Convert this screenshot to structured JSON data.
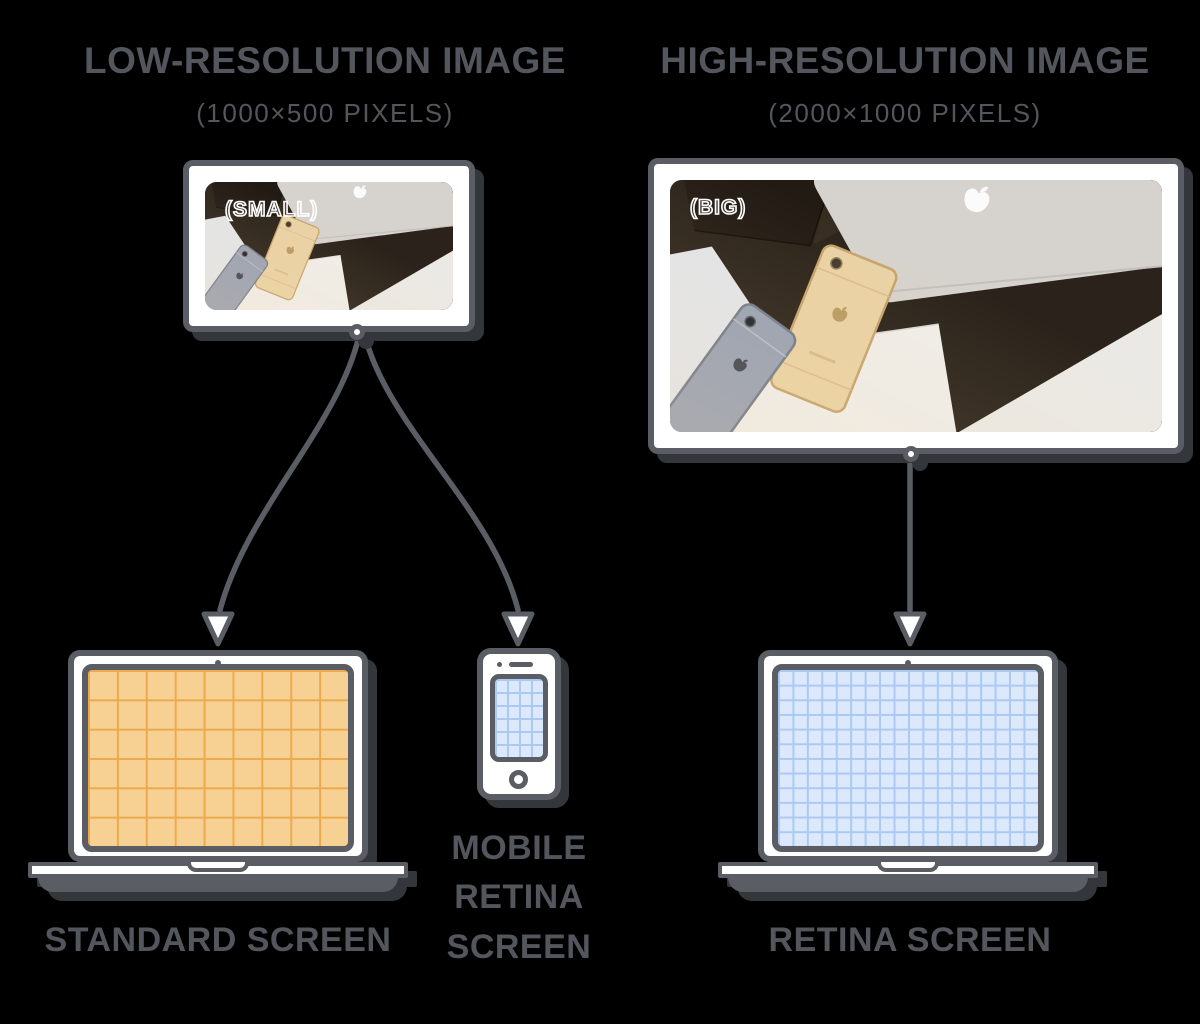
{
  "sections": {
    "low": {
      "title": "LOW-RESOLUTION IMAGE",
      "subtitle": "(1000×500 PIXELS)",
      "image_badge": "(SMALL)"
    },
    "high": {
      "title": "HIGH-RESOLUTION IMAGE",
      "subtitle": "(2000×1000 PIXELS)",
      "image_badge": "(BIG)"
    }
  },
  "devices": {
    "standard": {
      "label": "STANDARD SCREEN",
      "grid": "coarse-orange",
      "columns": 9,
      "rows": 6
    },
    "mobile": {
      "label": "MOBILE RETINA SCREEN",
      "grid": "fine-blue",
      "columns": 4,
      "rows": 6
    },
    "retina": {
      "label": "RETINA SCREEN",
      "grid": "fine-blue",
      "columns": 18,
      "rows": 12
    }
  },
  "colors": {
    "background": "#000000",
    "outline": "#5a5e64",
    "text": "#53565c",
    "shadow": "#33363a",
    "orange_fill": "#f6d193",
    "orange_line": "#ecaa4f",
    "blue_fill": "#dce9fc",
    "blue_line": "#abc9f2"
  },
  "icons": {
    "connector": "circle-dot",
    "arrowhead": "hollow-triangle-down",
    "photo_subjects": "macbooks-and-iphones-on-dark-table"
  }
}
